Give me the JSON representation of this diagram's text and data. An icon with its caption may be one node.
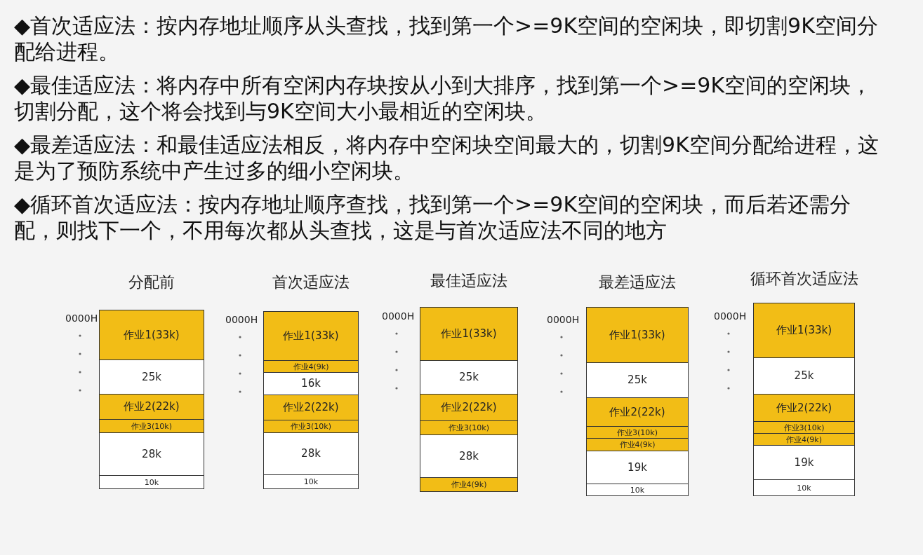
{
  "diagram": {
    "nodes": [
      {
        "text": [
          "分配前"
        ]
      },
      {
        "text": [
          "作业1(33k)"
        ],
        "in": 0
      },
      {
        "text": [
          "25k"
        ],
        "in": 0
      },
      {
        "text": [
          "作业2(22k)"
        ],
        "in": 0
      },
      {
        "text": [
          "作业3(10k)"
        ],
        "in": 0
      },
      {
        "text": [
          "28k"
        ],
        "in": 0
      },
      {
        "text": [
          "10k"
        ],
        "in": 0
      },
      {
        "text": [
          "首次适应法"
        ]
      },
      {
        "text": [
          "作业1(33k)"
        ],
        "in": 7
      },
      {
        "text": [
          "作业4(9k)"
        ],
        "in": 7
      },
      {
        "text": [
          "16k"
        ],
        "in": 7
      },
      {
        "text": [
          "作业2(22k)"
        ],
        "in": 7
      },
      {
        "text": [
          "作业3(10k)"
        ],
        "in": 7
      },
      {
        "text": [
          "28k"
        ],
        "in": 7
      },
      {
        "text": [
          "10k"
        ],
        "in": 7
      },
      {
        "text": [
          "最佳适应法"
        ]
      },
      {
        "text": [
          "作业1(33k)"
        ],
        "in": 15
      },
      {
        "text": [
          "25k"
        ],
        "in": 15
      },
      {
        "text": [
          "作业2(22k)"
        ],
        "in": 15
      },
      {
        "text": [
          "作业3(10k)"
        ],
        "in": 15
      },
      {
        "text": [
          "28k"
        ],
        "in": 15
      },
      {
        "text": [
          "作业4(9k)"
        ],
        "in": 15
      },
      {
        "text": [
          "最差适应法"
        ]
      },
      {
        "text": [
          "作业1(33k)"
        ],
        "in": 22
      },
      {
        "text": [
          "25k"
        ],
        "in": 22
      },
      {
        "text": [
          "作业2(22k)"
        ],
        "in": 22
      },
      {
        "text": [
          "作业3(10k)"
        ],
        "in": 22
      },
      {
        "text": [
          "作业4(9k)"
        ],
        "in": 22
      },
      {
        "text": [
          "19k"
        ],
        "in": 22
      },
      {
        "text": [
          "10k"
        ],
        "in": 22
      },
      {
        "text": [
          "循环首次适应法"
        ]
      },
      {
        "text": [
          "作业1(33k)"
        ],
        "in": 30
      },
      {
        "text": [
          "25k"
        ],
        "in": 30
      },
      {
        "text": [
          "作业2(22k)"
        ],
        "in": 30
      },
      {
        "text": [
          "作业3(10k)"
        ],
        "in": 30
      },
      {
        "text": [
          "作业4(9k)"
        ],
        "in": 30
      },
      {
        "text": [
          "19k"
        ],
        "in": 30
      },
      {
        "text": [
          "10k"
        ],
        "in": 30
      }
    ],
    "labels": [
      "◆首次适应法：按内存地址顺序从头查找，找到第一个>=9K空间的空闲块，即切割9K空间分配给进程。",
      "◆最佳适应法：将内存中所有空闲内存块按从小到大排序，找到第一个>=9K空间的空闲块，切割分配，这个将会找到与9K空间大小最相近的空闲块。",
      "◆最差适应法：和最佳适应法相反，将内存中空闲块空间最大的，切割9K空间分配给进程，这是为了预防系统中产生过多的细小空闲块。",
      "◆循环首次适应法：按内存地址顺序查找，找到第一个>=9K空间的空闲块，而后若还需分配，则找下一个，不用每次都从头查找，这是与首次适应法不同的地方",
      "0000H",
      "0000H",
      "0000H",
      "0000H",
      "0000H"
    ]
  }
}
